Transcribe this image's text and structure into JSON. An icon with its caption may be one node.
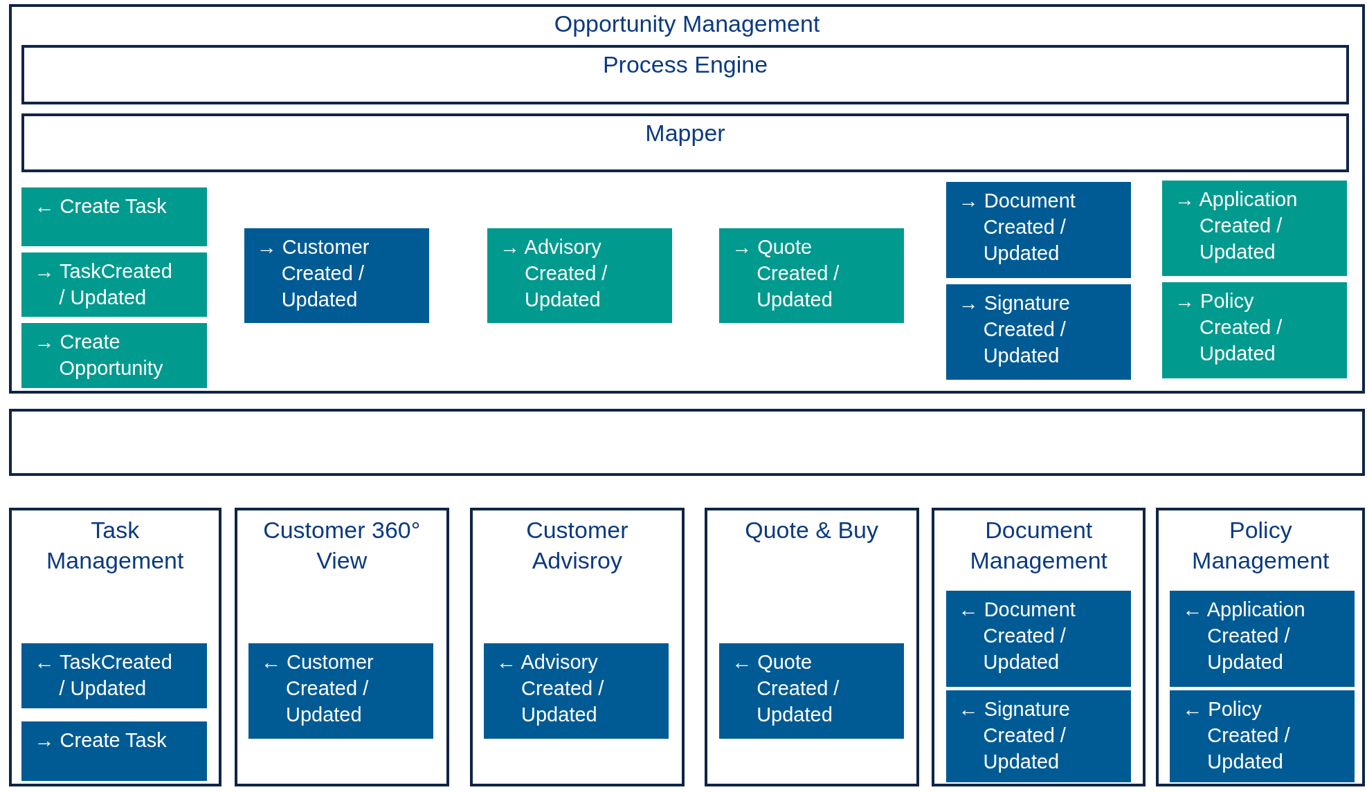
{
  "diagram": {
    "nodes": [
      {
        "text": [
          "Opportunity Management"
        ]
      },
      {
        "text": [
          "Process Engine"
        ],
        "in": 0
      },
      {
        "text": [
          "Mapper"
        ],
        "in": 0
      },
      {
        "text": [
          "← Create Task"
        ],
        "in": 0
      },
      {
        "text": [
          "→ TaskCreated / Updated"
        ],
        "in": 0
      },
      {
        "text": [
          "→ Create Opportunity"
        ],
        "in": 0
      },
      {
        "text": [
          "→ Customer Created / Updated"
        ],
        "in": 0
      },
      {
        "text": [
          "→ Advisory Created / Updated"
        ],
        "in": 0
      },
      {
        "text": [
          "→ Quote Created / Updated"
        ],
        "in": 0
      },
      {
        "text": [
          "→ Document Created / Updated"
        ],
        "in": 0
      },
      {
        "text": [
          "→ Signature Created / Updated"
        ],
        "in": 0
      },
      {
        "text": [
          "→ Application Created / Updated"
        ],
        "in": 0
      },
      {
        "text": [
          "→ Policy Created / Updated"
        ],
        "in": 0
      },
      {
        "text": [],
        "shape": "box"
      },
      {
        "text": [
          "Task Management"
        ]
      },
      {
        "text": [
          "← TaskCreated / Updated"
        ],
        "in": 14
      },
      {
        "text": [
          "→ Create Task"
        ],
        "in": 14
      },
      {
        "text": [
          "Customer 360° View"
        ]
      },
      {
        "text": [
          "← Customer Created / Updated"
        ],
        "in": 17
      },
      {
        "text": [
          "Customer Advisroy"
        ]
      },
      {
        "text": [
          "← Advisory Created / Updated"
        ],
        "in": 19
      },
      {
        "text": [
          "Quote & Buy"
        ]
      },
      {
        "text": [
          "← Quote Created / Updated"
        ],
        "in": 21
      },
      {
        "text": [
          "Document Management"
        ]
      },
      {
        "text": [
          "← Document Created / Updated"
        ],
        "in": 23
      },
      {
        "text": [
          "← Signature Created / Updated"
        ],
        "in": 23
      },
      {
        "text": [
          "Policy Management"
        ]
      },
      {
        "text": [
          "← Application Created / Updated"
        ],
        "in": 26
      },
      {
        "text": [
          "← Policy Created / Updated"
        ],
        "in": 26
      }
    ],
    "edges": []
  }
}
